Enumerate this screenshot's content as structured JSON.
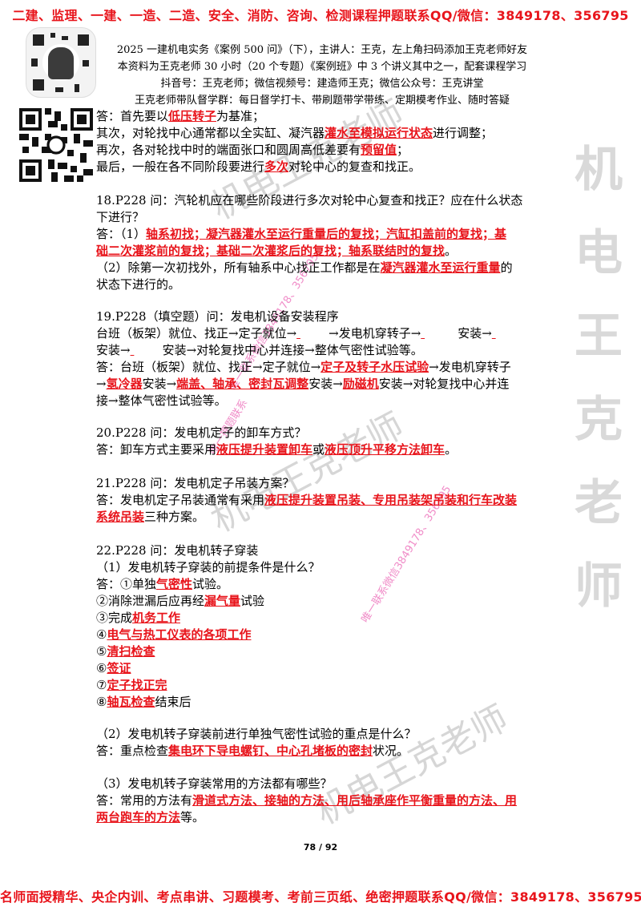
{
  "top_banner": "二建、监理、一建、一造、二造、安全、消防、咨询、检测课程押题联系QQ/微信：3849178、356795",
  "bottom_banner": "名师面授精华、央企内训、考点串讲、习题模考、考前三页纸、绝密押题联系QQ/微信：3849178、356795",
  "header_lines": [
    "2025 一建机电实务《案例 500 问》（下），主讲人：王克，左上角扫码添加王克老师好友",
    "本资料为王克老师 30 小时（20 个专题）《案例班》中 3 个讲义其中之一，配套课程学习",
    "抖音号：王克老师；微信视频号：建造师王克；微信公众号：王克讲堂",
    "王克老师带队督学群：每日督学打卡、带刷题带学带练、定期模考作业、随时答疑"
  ],
  "watermarks": {
    "vertical": [
      "机",
      "电",
      "王",
      "克",
      "老",
      "师"
    ],
    "diag1": "机电王克老师",
    "diag2": "机电王克老师",
    "diag3": "机电王克老师",
    "pink1": "唯一联系微信3849178、356795",
    "pink2": "唯一押题联系",
    "pink3": "唯一联系微信3849178、356795"
  },
  "content": {
    "a0_pre": "答：首先要以",
    "a0_red": "低压转子",
    "a0_post": "为基准；",
    "a1_pre": "其次，对轮找中心通常都以全实缸、凝汽器",
    "a1_red": "灌水至模拟运行状态",
    "a1_post": "进行调整；",
    "a2_pre": "再次，各对轮找中时的端面张口和圆周高低差要有",
    "a2_red": "预留值",
    "a2_post": "；",
    "a3_pre": "最后，一般在各不同阶段要进行",
    "a3_red": "多次",
    "a3_post": "对轮中心的复查和找正。",
    "q18_l1": "18.P228 问：汽轮机应在哪些阶段进行多次对轮中心复查和找正？应在什么状态",
    "q18_l2": "下进行？",
    "q18_a1_pre": "答：（1）",
    "q18_a1_red": "轴系初找；凝汽器灌水至运行重量后的复找；汽缸扣盖前的复找；基",
    "q18_a2_red": "础二次灌浆前的复找；基础二次灌浆后的复找；轴系联结时的复找",
    "q18_a2_post": "。",
    "q18_a3_pre": "（2）除第一次初找外，所有轴系中心找正工作都是在",
    "q18_a3_red": "凝汽器灌水至运行重量",
    "q18_a3_post": "的",
    "q18_a4": "状态下进行的。",
    "q19_l1": "19.P228（填空题）问：发电机设备安装程序",
    "q19_l2a": "台班（板架）就位、找正→定子就位→",
    "q19_l2b": "→发电机穿转子→",
    "q19_l2c": "安装→",
    "q19_l3a": "安装→",
    "q19_l3b": "安装→对轮复找中心并连接→整体气密性试验等。",
    "q19_a1_pre": "答：台班（板架）就位、找正→定子就位→",
    "q19_a1_red": "定子及转子水压试验",
    "q19_a1_post": "→发电机穿转子",
    "q19_a2_pre": "→",
    "q19_a2_red1": "氢冷器",
    "q19_a2_mid1": "安装→",
    "q19_a2_red2": "端盖、轴承、密封瓦调整",
    "q19_a2_mid2": "安装→",
    "q19_a2_red3": "励磁机",
    "q19_a2_post": "安装→对轮复找中心并连",
    "q19_a3": "接→整体气密性试验等。",
    "q20_l1": "20.P228 问：发电机定子的卸车方式？",
    "q20_a_pre": "答：卸车方式主要采用",
    "q20_a_red1": "液压提升装置卸车",
    "q20_a_mid": "或",
    "q20_a_red2": "液压顶升平移方法卸车",
    "q20_a_post": "。",
    "q21_l1": "21.P228 问：发电机定子吊装方案？",
    "q21_a1_pre": "答：发电机定子吊装通常有采用",
    "q21_a1_red": "液压提升装置吊装、专用吊装架吊装和行车改装",
    "q21_a2_red": "系统吊装",
    "q21_a2_post": "三种方案。",
    "q22_l1": "22.P228 问：发电机转子穿装",
    "q22_s1": "（1）发电机转子穿装的前提条件是什么？",
    "q22_i1_pre": "答：①单独",
    "q22_i1_red": "气密性",
    "q22_i1_post": "试验。",
    "q22_i2_pre": "②消除泄漏后应再经",
    "q22_i2_red": "漏气量",
    "q22_i2_post": "试验",
    "q22_i3_pre": "③完成",
    "q22_i3_red": "机务工作",
    "q22_i4_pre": "④",
    "q22_i4_red": "电气与热工仪表的各项工作",
    "q22_i5_pre": "⑤",
    "q22_i5_red": "清扫检查",
    "q22_i6_pre": "⑥",
    "q22_i6_red": "签证",
    "q22_i7_pre": "⑦",
    "q22_i7_red": "定子找正完",
    "q22_i8_pre": "⑧",
    "q22_i8_red": "轴瓦检查",
    "q22_i8_post": "结束后",
    "q22_s2": "（2）发电机转子穿装前进行单独气密性试验的重点是什么？",
    "q22_s2a_pre": "答：重点检查",
    "q22_s2a_red": "集电环下导电螺钉、中心孔堵板的密封",
    "q22_s2a_post": "状况。",
    "q22_s3": "（3）发电机转子穿装常用的方法都有哪些？",
    "q22_s3a_pre": "答：常用的方法有",
    "q22_s3a_red": "滑道式方法、接轴的方法、用后轴承座作平衡重量的方法、用",
    "q22_s3b_red": "两台跑车的方法",
    "q22_s3b_post": "等。"
  },
  "page_number": "78 / 92"
}
